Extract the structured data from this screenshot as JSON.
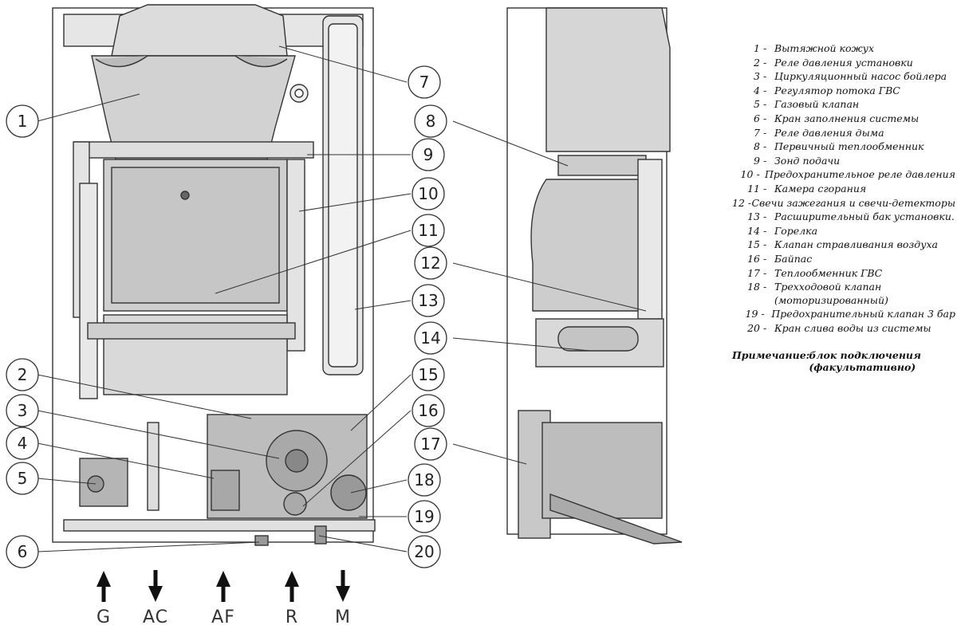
{
  "callouts": [
    "1",
    "2",
    "3",
    "4",
    "5",
    "6",
    "7",
    "8",
    "9",
    "10",
    "11",
    "12",
    "13",
    "14",
    "15",
    "16",
    "17",
    "18",
    "19",
    "20"
  ],
  "legend": [
    {
      "num": "1",
      "text": "Вытяжной кожух"
    },
    {
      "num": "2",
      "text": "Реле давления установки"
    },
    {
      "num": "3",
      "text": "Циркуляционный насос бойлера"
    },
    {
      "num": "4",
      "text": "Регулятор потока ГВС"
    },
    {
      "num": "5",
      "text": "Газовый клапан"
    },
    {
      "num": "6",
      "text": "Кран заполнения системы"
    },
    {
      "num": "7",
      "text": "Реле давления дыма"
    },
    {
      "num": "8",
      "text": "Первичный теплообменник"
    },
    {
      "num": "9",
      "text": "Зонд подачи"
    },
    {
      "num": "10",
      "text": "Предохранительное реле давления"
    },
    {
      "num": "11",
      "text": "Камера сгорания"
    },
    {
      "num": "12",
      "text": "Свечи зажегания и свечи-детекторы"
    },
    {
      "num": "13",
      "text": "Расширительный бак установки."
    },
    {
      "num": "14",
      "text": "Горелка"
    },
    {
      "num": "15",
      "text": "Клапан стравливания воздуха"
    },
    {
      "num": "16",
      "text": "Байпас"
    },
    {
      "num": "17",
      "text": "Теплообменник ГВС"
    },
    {
      "num": "18",
      "text": "Трехходовой клапан (моторизированный)"
    },
    {
      "num": "19",
      "text": "Предохранительный клапан 3 бар"
    },
    {
      "num": "20",
      "text": "Кран слива воды из системы"
    }
  ],
  "note": {
    "label": "Примечание:",
    "text_line1": "блок подключения",
    "text_line2": "(факультативно)"
  },
  "connections": [
    {
      "label": "G",
      "direction": "up"
    },
    {
      "label": "AC",
      "direction": "down"
    },
    {
      "label": "AF",
      "direction": "up"
    },
    {
      "label": "R",
      "direction": "up"
    },
    {
      "label": "M",
      "direction": "down"
    }
  ]
}
